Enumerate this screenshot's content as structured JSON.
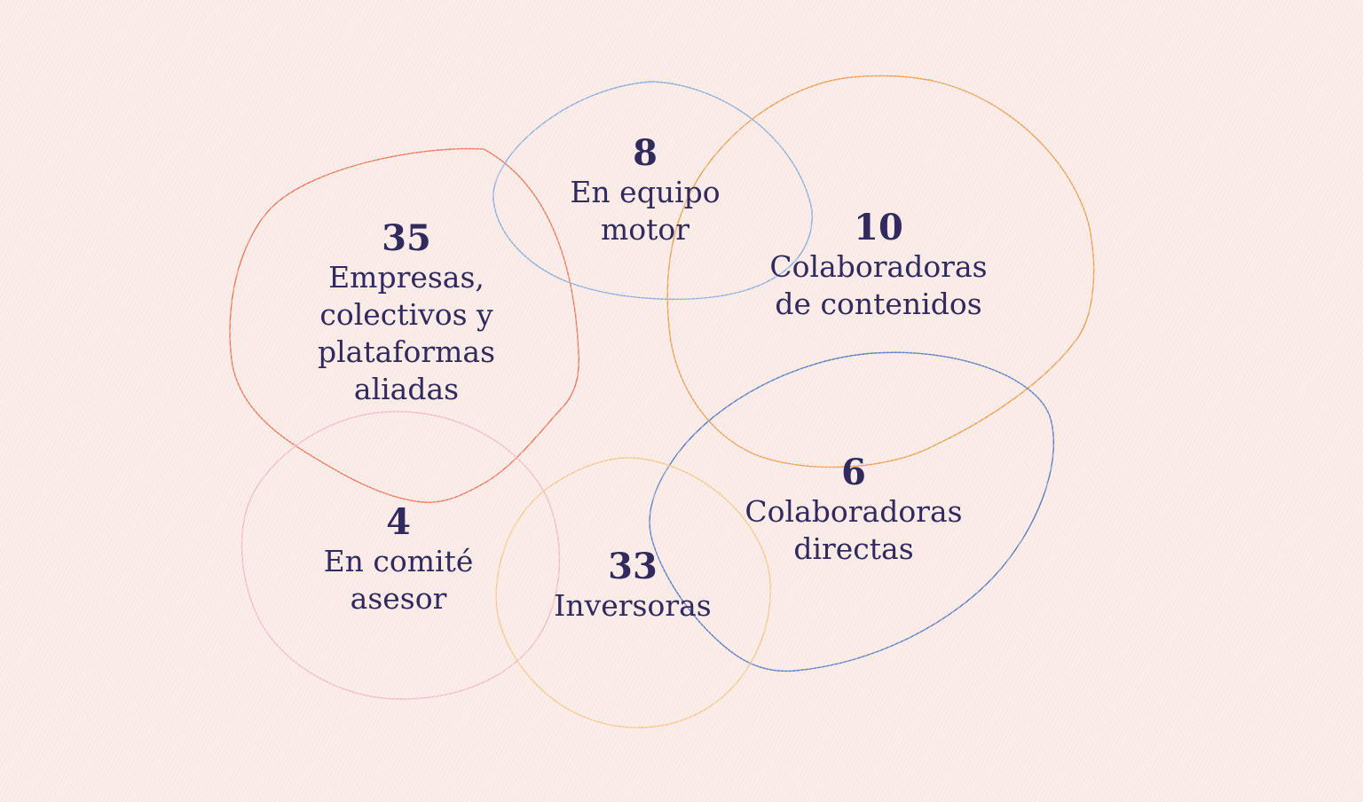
{
  "theme": {
    "background_color": "#FAE9E5",
    "ink_color": "#312A5E"
  },
  "figure": {
    "description_labels_language": "es"
  },
  "bubbles": [
    {
      "name": "empresas-colectivos-plataformas-aliadas",
      "value": "35",
      "label_lines": [
        "Empresas,",
        "colectivos y",
        "plataformas",
        "aliadas"
      ],
      "outline_color": "#EC7A5F"
    },
    {
      "name": "en-equipo-motor",
      "value": "8",
      "label_lines": [
        "En equipo",
        "motor"
      ],
      "outline_color": "#8AAEDC"
    },
    {
      "name": "colaboradoras-de-contenidos",
      "value": "10",
      "label_lines": [
        "Colaboradoras",
        "de contenidos"
      ],
      "outline_color": "#EFA055"
    },
    {
      "name": "colaboradoras-directas",
      "value": "6",
      "label_lines": [
        "Colaboradoras",
        "directas"
      ],
      "outline_color": "#5B7FC1"
    },
    {
      "name": "en-comite-asesor",
      "value": "4",
      "label_lines": [
        "En comité",
        "asesor"
      ],
      "outline_color": "#F3BCC8"
    },
    {
      "name": "inversoras",
      "value": "33",
      "label_lines": [
        "Inversoras"
      ],
      "outline_color": "#F5C98E"
    }
  ]
}
